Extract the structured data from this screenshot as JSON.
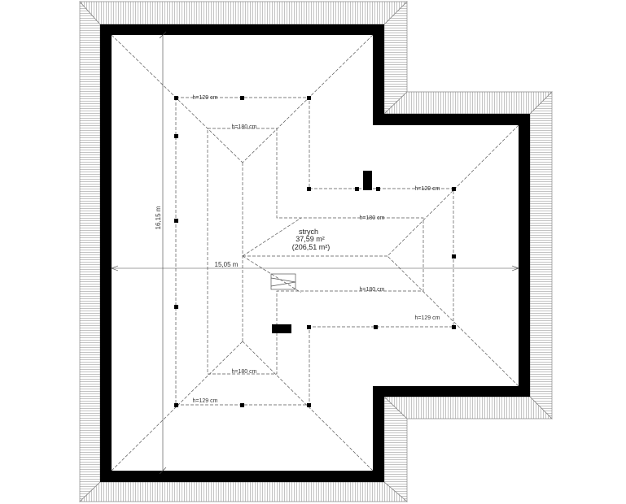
{
  "room": {
    "name": "strych",
    "area": "37,59 m²",
    "area_total": "(206,51 m²)"
  },
  "dimensions": {
    "height": "16,15 m",
    "width": "15,05 m"
  },
  "heights": {
    "h129": "h=129 cm",
    "h180": "h=180 cm"
  },
  "colors": {
    "wall": "#000000",
    "line": "#555555",
    "roof_edge": "#888888"
  }
}
